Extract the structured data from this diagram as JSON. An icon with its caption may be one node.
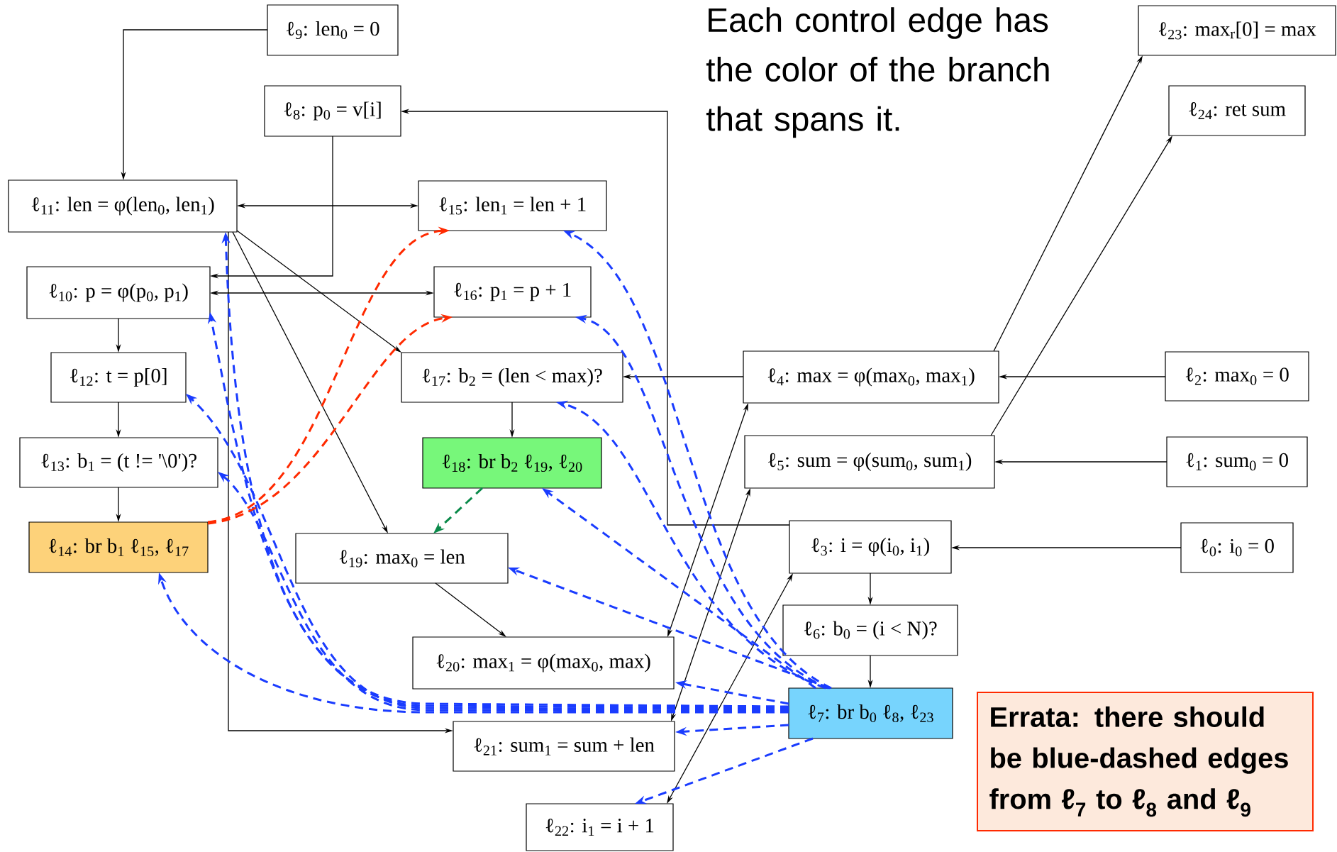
{
  "diagram": {
    "nodes": [
      {
        "text": [
          "ℓ$_{9}$: len$_{0}$ = 0"
        ]
      },
      {
        "text": [
          "ℓ$_{23}$: max$_{r}$[0] = max"
        ]
      },
      {
        "text": [
          "ℓ$_{8}$: p$_{0}$ = v[i]"
        ]
      },
      {
        "text": [
          "ℓ$_{24}$: ret sum"
        ]
      },
      {
        "text": [
          "ℓ$_{11}$: len = φ(len$_{0}$, len$_{1}$)"
        ]
      },
      {
        "text": [
          "ℓ$_{15}$: len$_{1}$ = len + 1"
        ]
      },
      {
        "text": [
          "ℓ$_{10}$: p = φ(p$_{0}$, p$_{1}$)"
        ]
      },
      {
        "text": [
          "ℓ$_{16}$: p$_{1}$ = p + 1"
        ]
      },
      {
        "text": [
          "ℓ$_{12}$: t = p[0]"
        ]
      },
      {
        "text": [
          "ℓ$_{17}$: b$_{2}$ = (len < max)?"
        ]
      },
      {
        "text": [
          "ℓ$_{4}$: max = φ(max$_{0}$, max$_{1}$)"
        ]
      },
      {
        "text": [
          "ℓ$_{2}$: max$_{0}$ = 0"
        ]
      },
      {
        "text": [
          "ℓ$_{13}$: b$_{1}$ = (t != '\\0')?"
        ]
      },
      {
        "text": [
          "ℓ$_{18}$: br b$_{2}$ ℓ$_{19}$, ℓ$_{20}$"
        ]
      },
      {
        "text": [
          "ℓ$_{5}$: sum = φ(sum$_{0}$, sum$_{1}$)"
        ]
      },
      {
        "text": [
          "ℓ$_{1}$: sum$_{0}$ = 0"
        ]
      },
      {
        "text": [
          "ℓ$_{14}$: br b$_{1}$ ℓ$_{15}$, ℓ$_{17}$"
        ]
      },
      {
        "text": [
          "ℓ$_{19}$: max$_{0}$ = len"
        ]
      },
      {
        "text": [
          "ℓ$_{3}$: i = φ(i$_{0}$, i$_{1}$)"
        ]
      },
      {
        "text": [
          "ℓ$_{0}$: i$_{0}$ = 0"
        ]
      },
      {
        "text": [
          "ℓ$_{6}$: b$_{0}$ = (i < N)?"
        ]
      },
      {
        "text": [
          "ℓ$_{20}$: max$_{1}$ = φ(max$_{0}$, max)"
        ]
      },
      {
        "text": [
          "ℓ$_{7}$: br b$_{0}$ ℓ$_{8}$, ℓ$_{23}$"
        ]
      },
      {
        "text": [
          "Errata: there should be blue-dashed edges from ℓ$_{7}$ to ℓ$_{8}$ and ℓ$_{9}$"
        ]
      },
      {
        "text": [
          "ℓ$_{21}$: sum$_{1}$ = sum + len"
        ]
      },
      {
        "text": [
          "ℓ$_{22}$: i$_{1}$ = i + 1"
        ]
      }
    ],
    "edges": [
      {
        "from": 0,
        "to": 4,
        "arrow": "to"
      },
      {
        "from": 2,
        "to": 6,
        "arrow": "to"
      },
      {
        "from": 4,
        "to": 5,
        "arrow": "both"
      },
      {
        "from": 6,
        "to": 7,
        "arrow": "both"
      },
      {
        "from": 4,
        "to": 9,
        "arrow": "to"
      },
      {
        "from": 4,
        "to": 17,
        "arrow": "to"
      },
      {
        "from": 4,
        "to": 24,
        "arrow": "to"
      },
      {
        "from": 6,
        "to": 8,
        "arrow": "to"
      },
      {
        "from": 8,
        "to": 12,
        "arrow": "to"
      },
      {
        "from": 12,
        "to": 16,
        "arrow": "to"
      },
      {
        "from": 10,
        "to": 9,
        "arrow": "to"
      },
      {
        "from": 9,
        "to": 13,
        "arrow": "to"
      },
      {
        "from": 17,
        "to": 21,
        "arrow": "to"
      },
      {
        "from": 11,
        "to": 10,
        "arrow": "to"
      },
      {
        "from": 15,
        "to": 14,
        "arrow": "to"
      },
      {
        "from": 19,
        "to": 18,
        "arrow": "to"
      },
      {
        "from": 18,
        "to": 20,
        "arrow": "to"
      },
      {
        "from": 20,
        "to": 22,
        "arrow": "to"
      },
      {
        "from": 10,
        "to": 1,
        "arrow": "to"
      },
      {
        "from": 14,
        "to": 3,
        "arrow": "to"
      },
      {
        "from": 18,
        "to": 2,
        "arrow": "to"
      },
      {
        "from": 21,
        "to": 10,
        "arrow": "both"
      },
      {
        "from": 24,
        "to": 14,
        "arrow": "both"
      },
      {
        "from": 25,
        "to": 18,
        "arrow": "both"
      },
      {
        "from": 22,
        "to": 4,
        "arrow": "to",
        "style": "dashed",
        "color": "#1a3cff"
      },
      {
        "from": 22,
        "to": 6,
        "arrow": "to",
        "style": "dashed",
        "color": "#1a3cff"
      },
      {
        "from": 22,
        "to": 8,
        "arrow": "to",
        "style": "dashed",
        "color": "#1a3cff"
      },
      {
        "from": 22,
        "to": 12,
        "arrow": "to",
        "style": "dashed",
        "color": "#1a3cff"
      },
      {
        "from": 22,
        "to": 16,
        "arrow": "to",
        "style": "dashed",
        "color": "#1a3cff"
      },
      {
        "from": 22,
        "to": 5,
        "arrow": "to",
        "style": "dashed",
        "color": "#1a3cff"
      },
      {
        "from": 22,
        "to": 7,
        "arrow": "to",
        "style": "dashed",
        "color": "#1a3cff"
      },
      {
        "from": 22,
        "to": 9,
        "arrow": "to",
        "style": "dashed",
        "color": "#1a3cff"
      },
      {
        "from": 22,
        "to": 13,
        "arrow": "to",
        "style": "dashed",
        "color": "#1a3cff"
      },
      {
        "from": 22,
        "to": 17,
        "arrow": "to",
        "style": "dashed",
        "color": "#1a3cff"
      },
      {
        "from": 22,
        "to": 21,
        "arrow": "to",
        "style": "dashed",
        "color": "#1a3cff"
      },
      {
        "from": 22,
        "to": 24,
        "arrow": "to",
        "style": "dashed",
        "color": "#1a3cff"
      },
      {
        "from": 22,
        "to": 25,
        "arrow": "to",
        "style": "dashed",
        "color": "#1a3cff"
      },
      {
        "from": 16,
        "to": 5,
        "arrow": "to",
        "style": "dashed",
        "color": "#ff2a00"
      },
      {
        "from": 16,
        "to": 7,
        "arrow": "to",
        "style": "dashed",
        "color": "#ff2a00"
      },
      {
        "from": 13,
        "to": 17,
        "arrow": "to",
        "style": "dashed",
        "color": "#0a8a4a"
      }
    ],
    "labels": [
      "Each control edge has the color of the branch that spans it."
    ]
  }
}
